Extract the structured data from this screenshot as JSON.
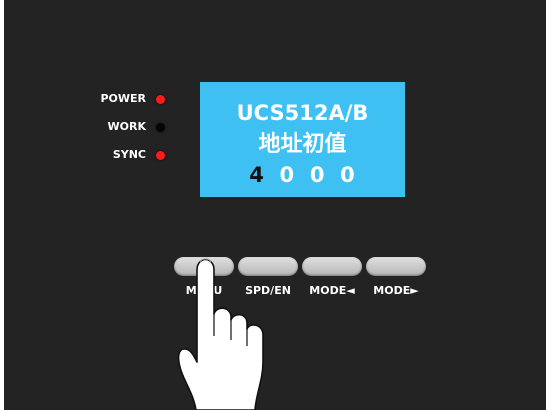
{
  "indicators": [
    {
      "label": "POWER",
      "color": "#ff1a1a"
    },
    {
      "label": "WORK",
      "color": "#050505"
    },
    {
      "label": "SYNC",
      "color": "#ff1a1a"
    }
  ],
  "display": {
    "model": "UCS512A/B",
    "title": "地址初值",
    "digits": [
      "4",
      "0",
      "0",
      "0"
    ],
    "active_digit_index": 0,
    "background": "#3ec1f2"
  },
  "buttons": [
    {
      "label": "MENU"
    },
    {
      "label": "SPD/EN"
    },
    {
      "label": "MODE◄"
    },
    {
      "label": "MODE►"
    }
  ],
  "pointer": {
    "icon": "pointing-hand-icon"
  }
}
